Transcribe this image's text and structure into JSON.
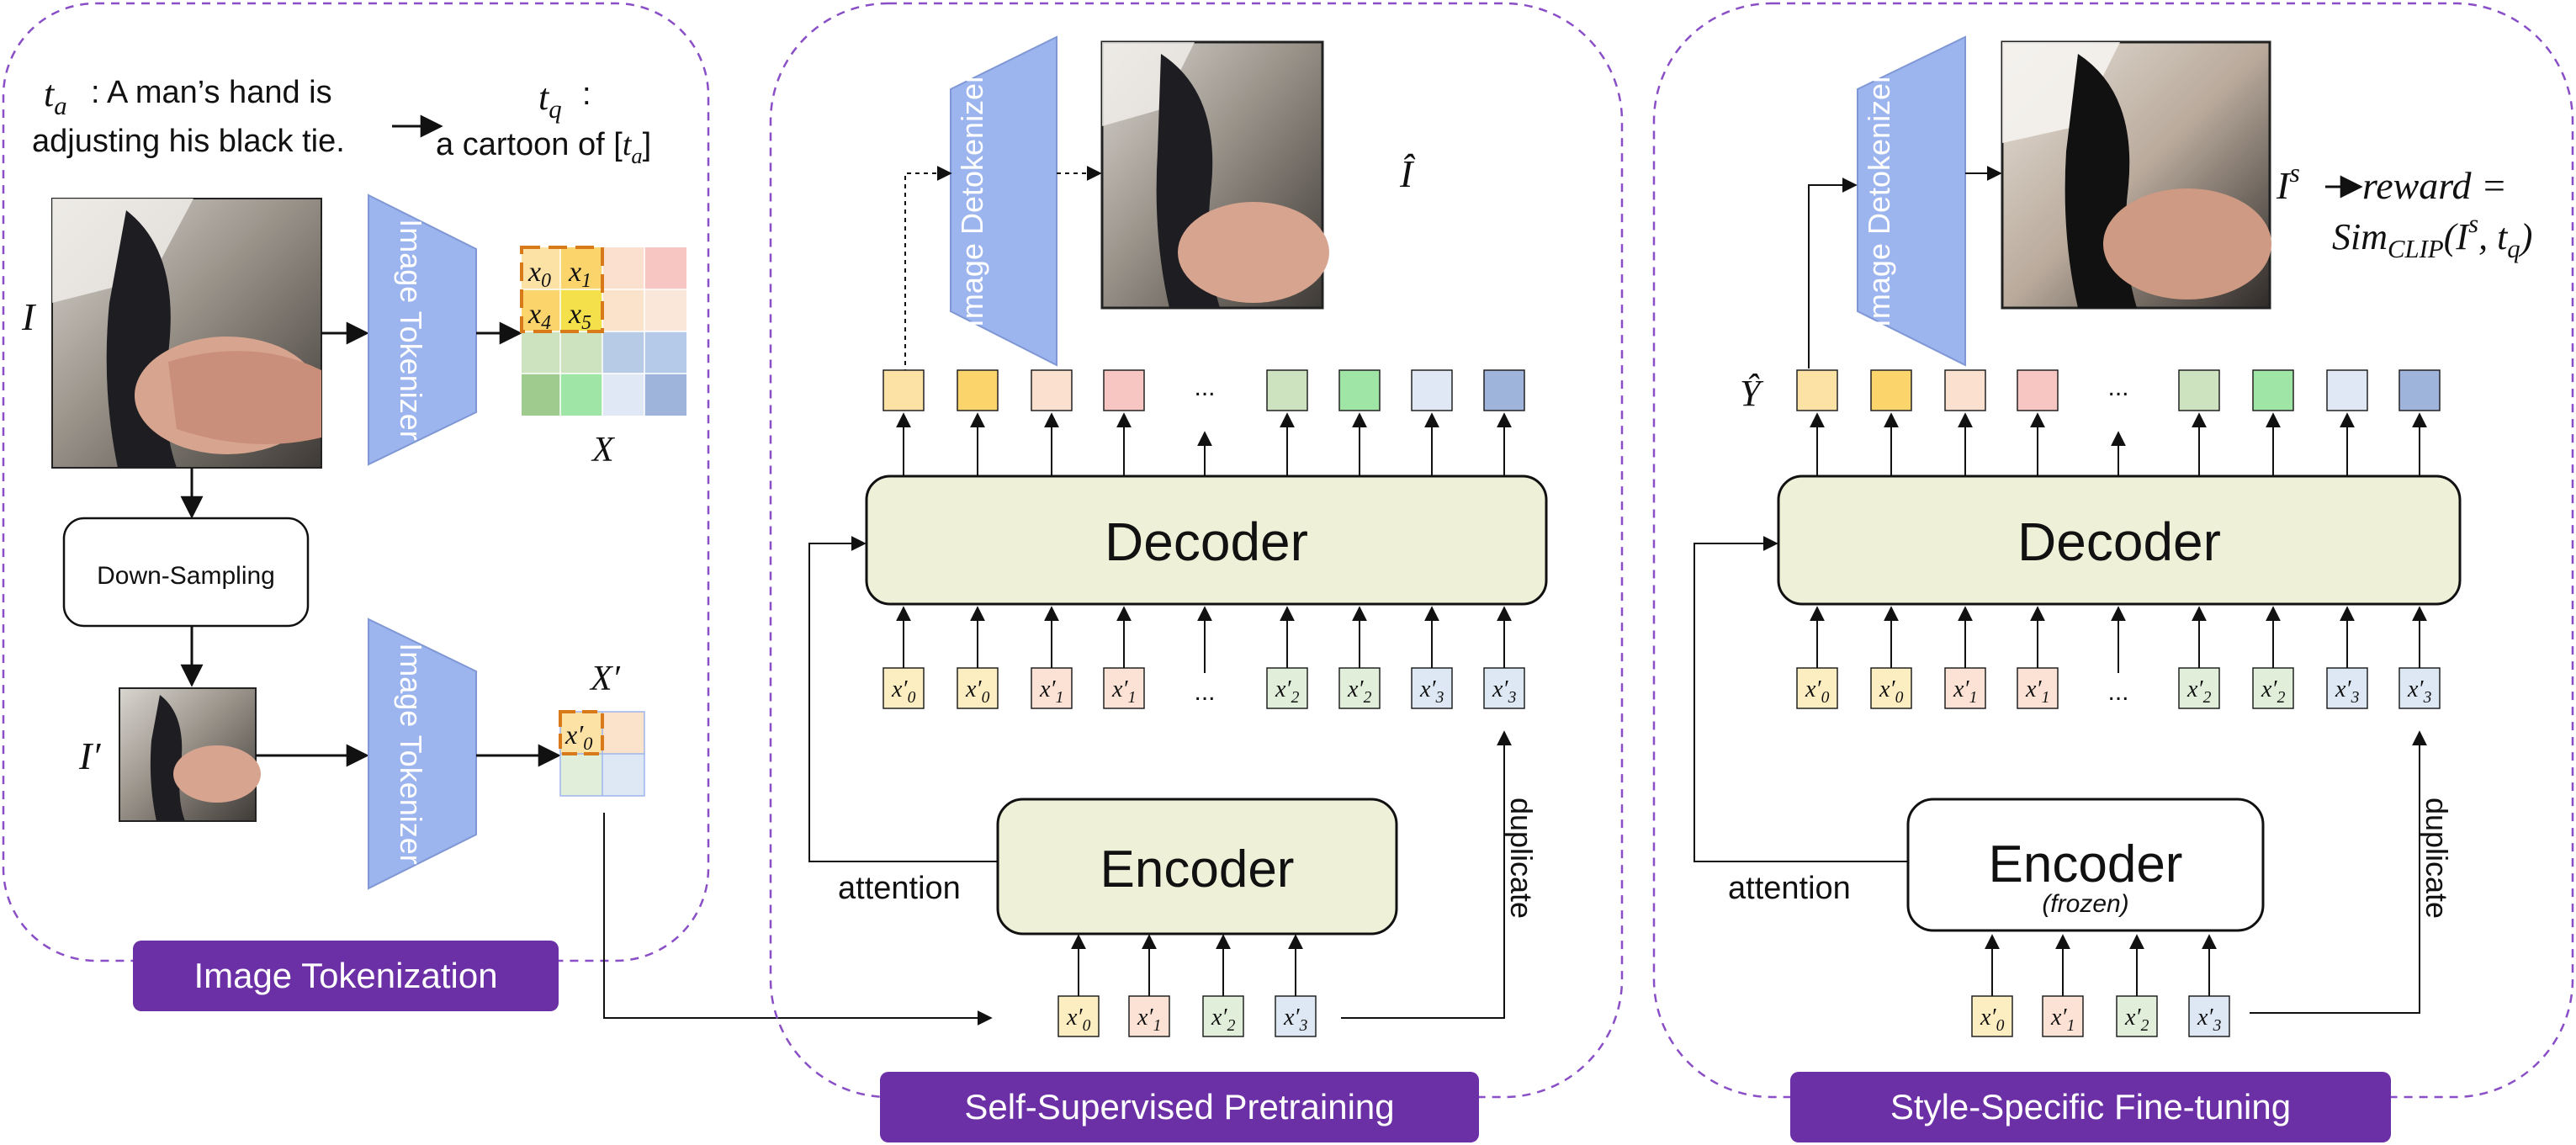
{
  "panels": {
    "tokenization_label": "Image Tokenization",
    "pretraining_label": "Self-Supervised Pretraining",
    "finetuning_label": "Style-Specific Fine-tuning"
  },
  "captions": {
    "t_a_label": "t",
    "t_a_sub": "a",
    "t_a_text_line1": " : A man’s hand is",
    "t_a_text_line2": "adjusting his black tie.",
    "t_q_label": "t",
    "t_q_sub": "q",
    "t_q_colon": ":",
    "t_q_text": "a cartoon of [",
    "t_q_text_sub_var": "t",
    "t_q_text_sub": "a",
    "t_q_text_end": "]"
  },
  "symbols": {
    "I": "I",
    "I_prime": "I′",
    "X": "X",
    "X_prime": "X′",
    "I_hat": "Î",
    "Y_hat": "Ŷ",
    "Is": "I",
    "Is_sup": "s",
    "reward_line1_eq": "reward =",
    "reward_line2_sim": "Sim",
    "reward_line2_sub": "CLIP",
    "reward_line2_args": "(I",
    "reward_line2_sup": "s",
    "reward_line2_tail": ", t",
    "reward_line2_tq_sub": "q",
    "reward_line2_close": ")"
  },
  "blocks": {
    "tokenizer_top": "Image Tokenizer",
    "tokenizer_bottom": "Image Tokenizer",
    "detokenizer_mid": "Image Detokenizer",
    "detokenizer_right": "Image Detokenizer",
    "downsampling": "Down-Sampling",
    "decoder_mid": "Decoder",
    "decoder_right": "Decoder",
    "encoder_mid": "Encoder",
    "encoder_right": "Encoder",
    "frozen": "(frozen)"
  },
  "arrows_text": {
    "attention_mid": "attention",
    "attention_right": "attention",
    "duplicate_mid": "duplicate",
    "duplicate_right": "duplicate",
    "ellipsis": "..."
  },
  "grid_tokens": {
    "x0": "x",
    "x0_sub": "0",
    "x1": "x",
    "x1_sub": "1",
    "x4": "x",
    "x4_sub": "4",
    "x5": "x",
    "x5_sub": "5",
    "xp0": "x′",
    "xp0_sub": "0"
  },
  "input_tokens": [
    {
      "label": "x′",
      "sub": "0"
    },
    {
      "label": "x′",
      "sub": "0"
    },
    {
      "label": "x′",
      "sub": "1"
    },
    {
      "label": "x′",
      "sub": "1"
    },
    {
      "label": "...",
      "sub": ""
    },
    {
      "label": "x′",
      "sub": "2"
    },
    {
      "label": "x′",
      "sub": "2"
    },
    {
      "label": "x′",
      "sub": "3"
    },
    {
      "label": "x′",
      "sub": "3"
    }
  ],
  "encoder_tokens": [
    {
      "label": "x′",
      "sub": "0"
    },
    {
      "label": "x′",
      "sub": "1"
    },
    {
      "label": "x′",
      "sub": "2"
    },
    {
      "label": "x′",
      "sub": "3"
    }
  ],
  "colors": {
    "panel_border": "#8a4fc7",
    "panel_label_bg": "#6b2fa6",
    "tokenizer_fill": "#9db5ee",
    "decoder_fill": "#eef0d8",
    "token_yellow": "#fce8b2",
    "token_peach": "#fbe0d2",
    "token_green": "#e1efda",
    "token_blue": "#dde8f4"
  }
}
